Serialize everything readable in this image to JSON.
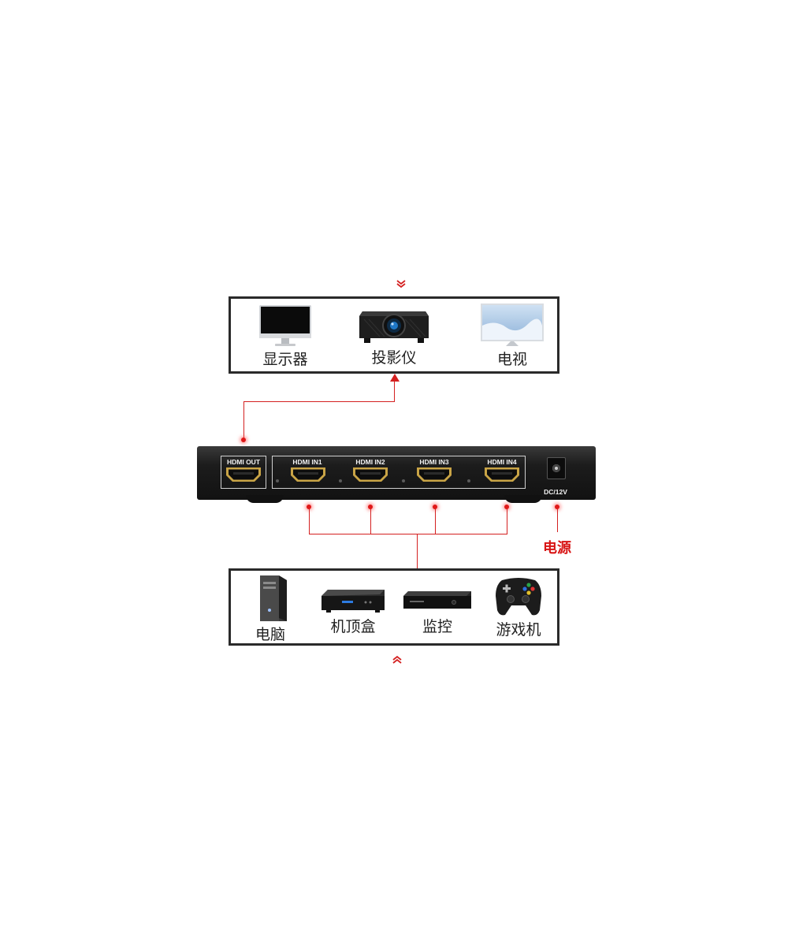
{
  "outputs": [
    {
      "label": "显示器",
      "icon": "monitor-icon"
    },
    {
      "label": "投影仪",
      "icon": "projector-icon"
    },
    {
      "label": "电视",
      "icon": "tv-icon"
    }
  ],
  "inputs": [
    {
      "label": "电脑",
      "icon": "pc-tower-icon"
    },
    {
      "label": "机顶盒",
      "icon": "set-top-box-icon"
    },
    {
      "label": "监控",
      "icon": "dvr-recorder-icon"
    },
    {
      "label": "游戏机",
      "icon": "gamepad-icon"
    }
  ],
  "switcher": {
    "out_port": "HDMI OUT",
    "in_ports": [
      "HDMI IN1",
      "HDMI IN2",
      "HDMI IN3",
      "HDMI IN4"
    ],
    "power_port": "DC/12V"
  },
  "power_label": "电源",
  "colors": {
    "wire": "#d42020",
    "frame": "#2a2a2a",
    "accent_text": "#d81414"
  }
}
